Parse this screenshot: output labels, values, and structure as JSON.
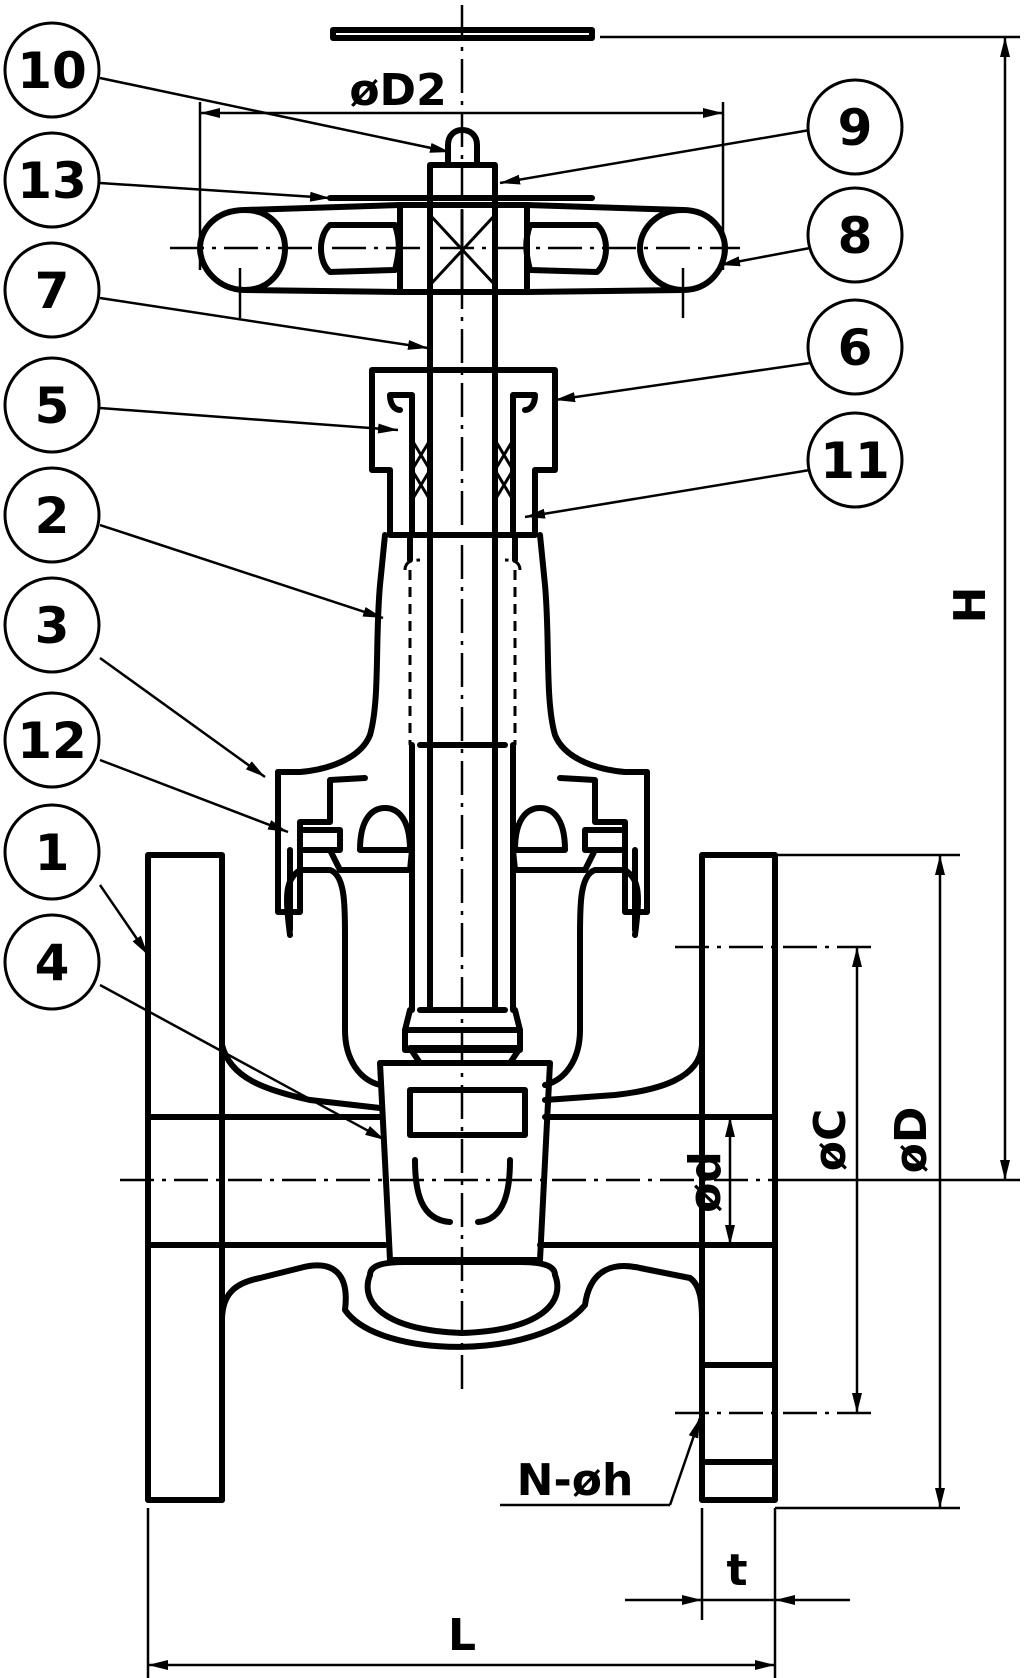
{
  "callouts": [
    {
      "id": "10",
      "label": "10"
    },
    {
      "id": "13",
      "label": "13"
    },
    {
      "id": "7",
      "label": "7"
    },
    {
      "id": "5",
      "label": "5"
    },
    {
      "id": "2",
      "label": "2"
    },
    {
      "id": "3",
      "label": "3"
    },
    {
      "id": "12",
      "label": "12"
    },
    {
      "id": "1",
      "label": "1"
    },
    {
      "id": "4",
      "label": "4"
    },
    {
      "id": "9",
      "label": "9"
    },
    {
      "id": "8",
      "label": "8"
    },
    {
      "id": "6",
      "label": "6"
    },
    {
      "id": "11",
      "label": "11"
    }
  ],
  "dimensions": {
    "handwheel_diameter": "øD2",
    "height": "H",
    "bore": "ød",
    "bolt_circle": "øC",
    "flange_diameter": "øD",
    "bolt_holes": "N-øh",
    "flange_thickness": "t",
    "length": "L"
  }
}
